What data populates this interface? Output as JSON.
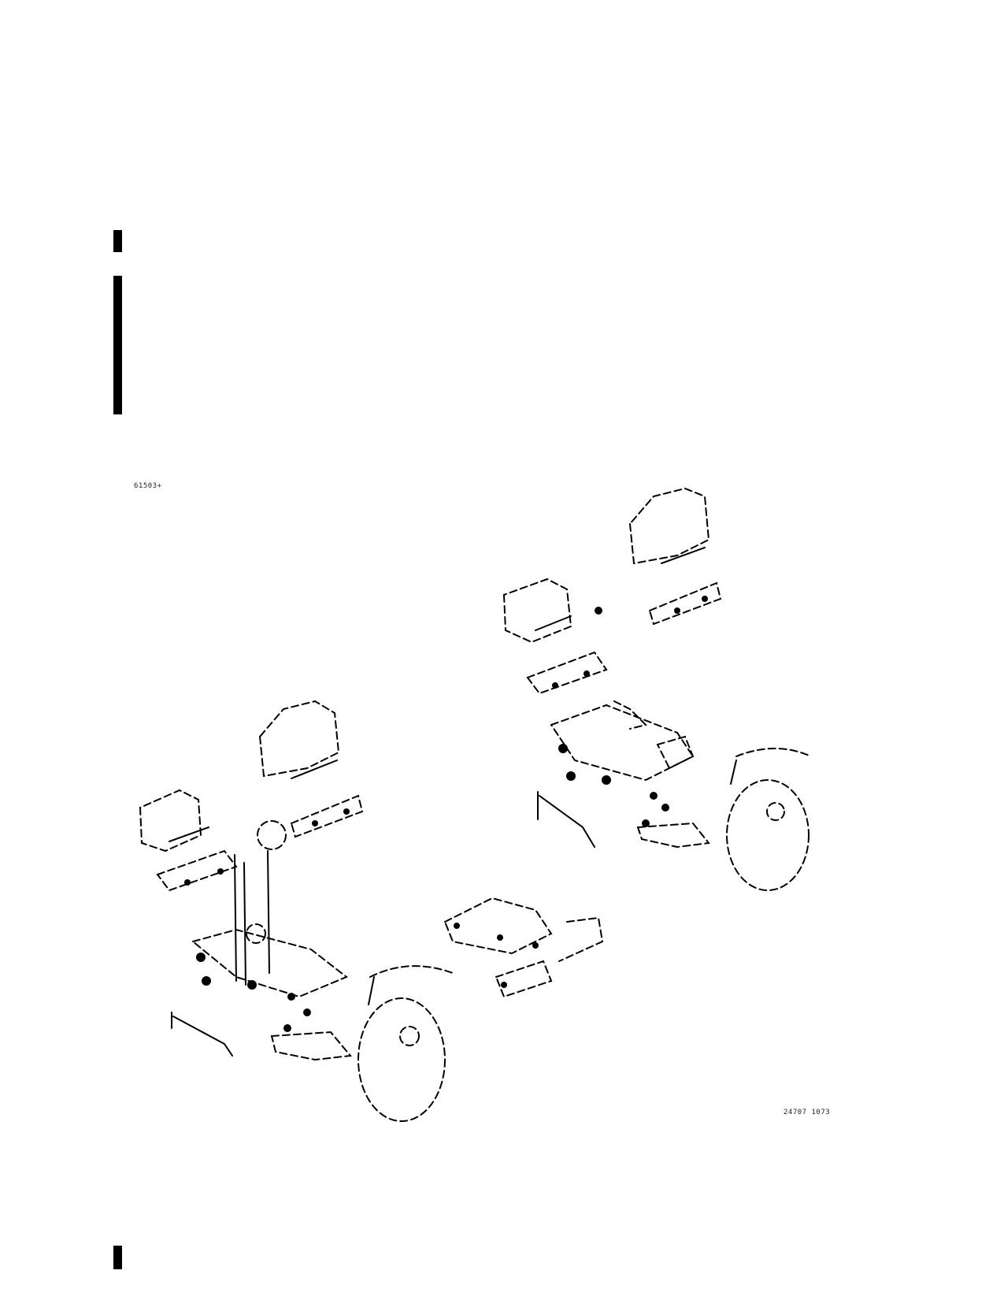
{
  "page": {
    "figure_id": "61503+",
    "drawing_id": "24707 1073"
  },
  "illustration": {
    "subject": "isometric exploded assembly drawings (two views)",
    "left_view": "pedal and bracket assembly with wheel",
    "right_view": "pedal and bracket assembly with wheel, separate plate bracket"
  },
  "style": {
    "line_color": "#000000",
    "background": "#ffffff"
  }
}
